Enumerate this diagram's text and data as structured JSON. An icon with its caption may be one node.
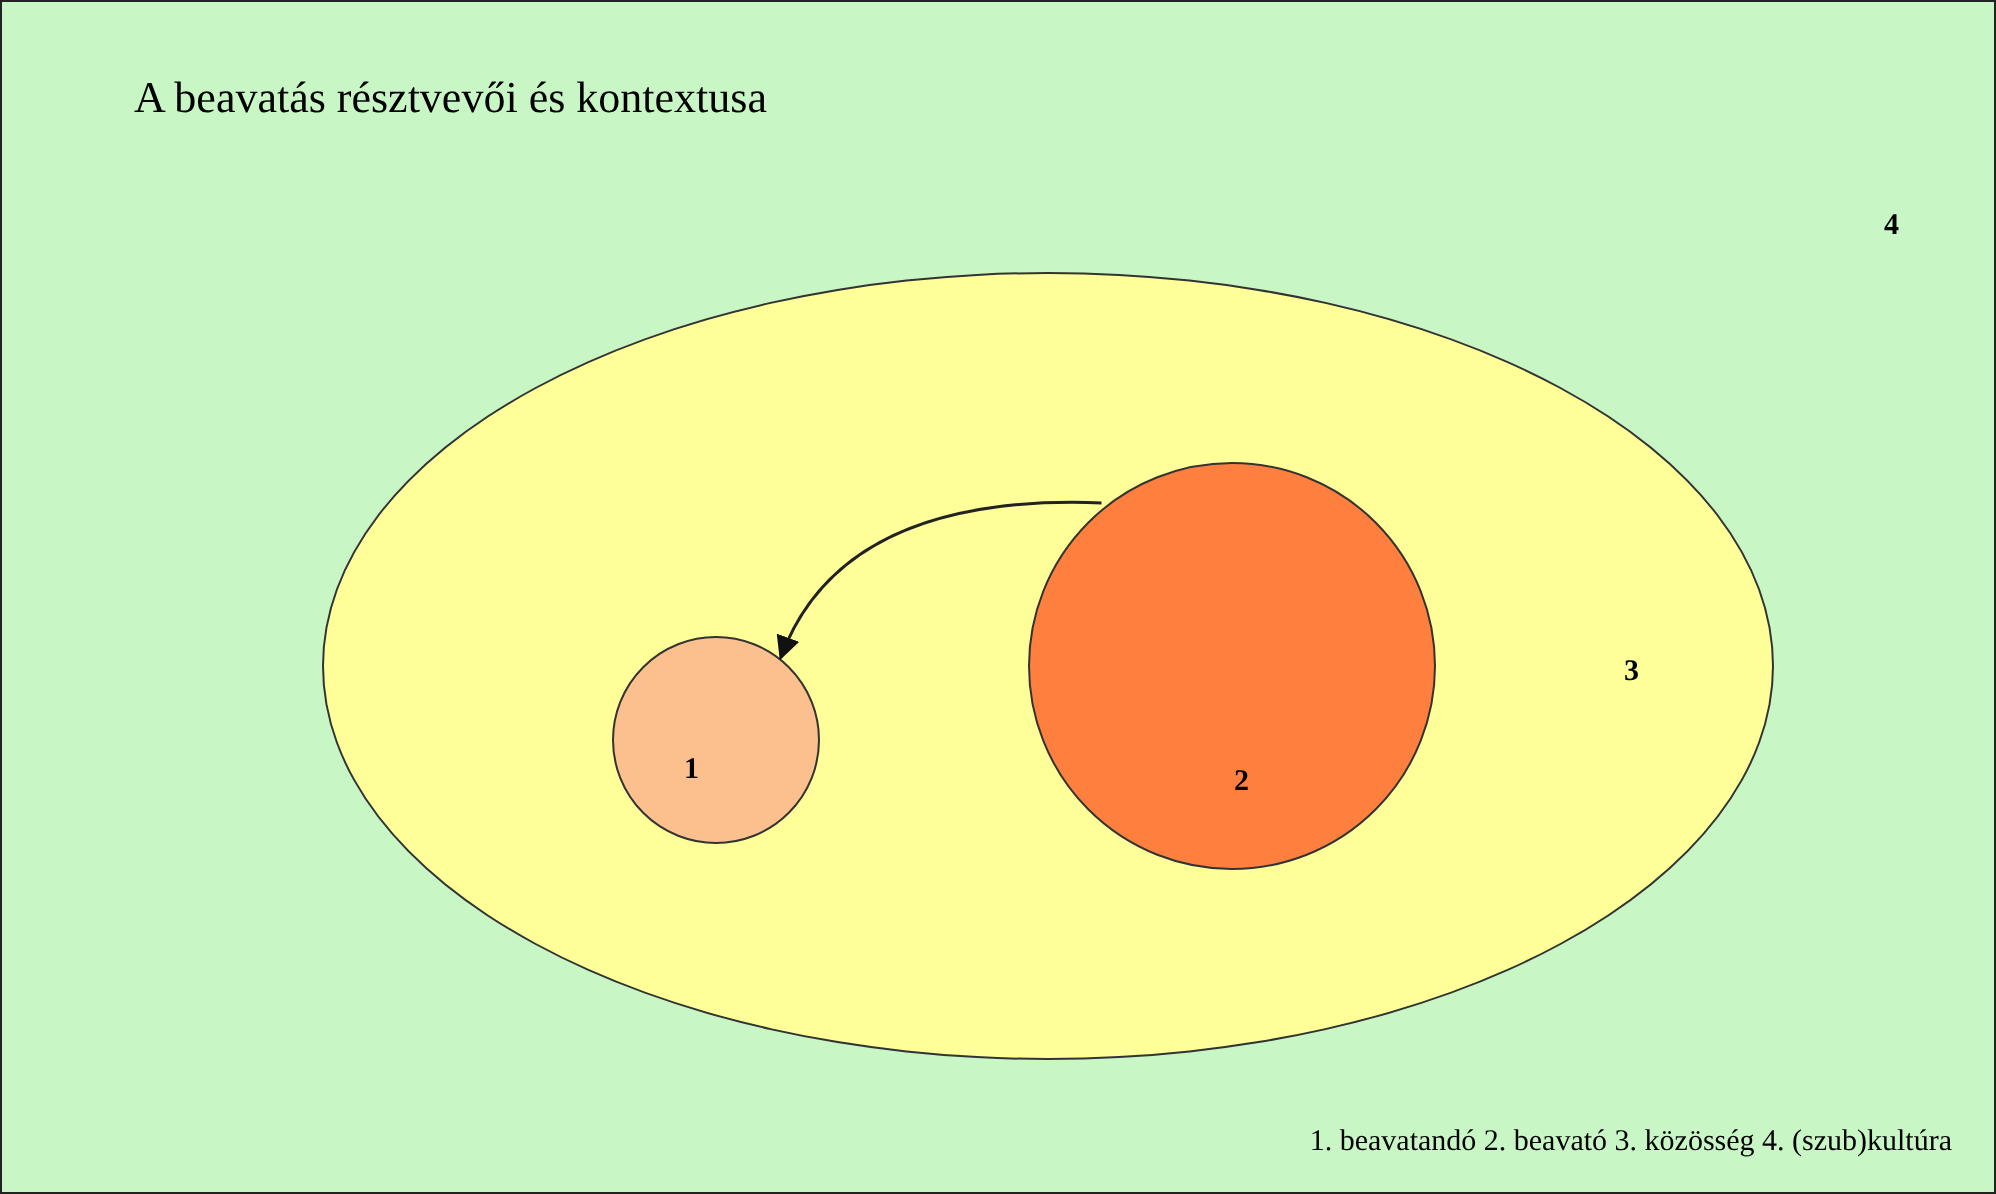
{
  "diagram": {
    "title": "A beavatás résztvevői és kontextusa",
    "nodes": [
      {
        "text": [
          "4"
        ]
      },
      {
        "text": [
          "3"
        ],
        "in": 0
      },
      {
        "text": [
          "1"
        ],
        "in": 1
      },
      {
        "text": [
          "2"
        ],
        "in": 1
      }
    ],
    "edges": [
      {
        "from": 3,
        "to": 2,
        "arrow": "to"
      }
    ],
    "labels": [
      "1. beavatandó 2. beavató 3. közösség 4. (szub)kultúra"
    ]
  }
}
